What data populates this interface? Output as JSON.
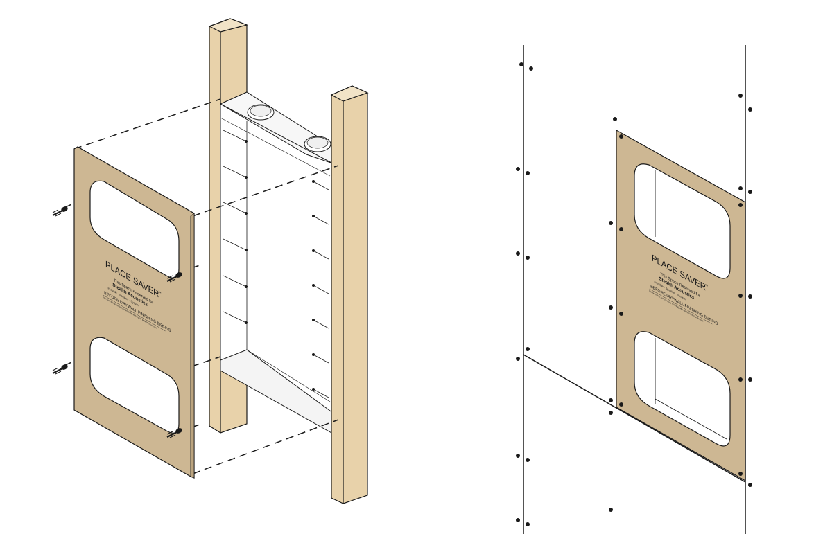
{
  "panel": {
    "title": "PLACE SAVER",
    "trademark": "™",
    "line1": "This Space Reserved for",
    "brand": "Stealth Acoustics",
    "line3": "Invisible  ·  Speaker  ·  System",
    "line4": "BEFORE DRYWALL FINISHING BEGINS",
    "line5": "Remove this panel before finishing with ripple pattern or texture"
  },
  "colors": {
    "stud": "#e8d2aa",
    "panel": "#cdb793",
    "outline": "#1a1a1a"
  }
}
